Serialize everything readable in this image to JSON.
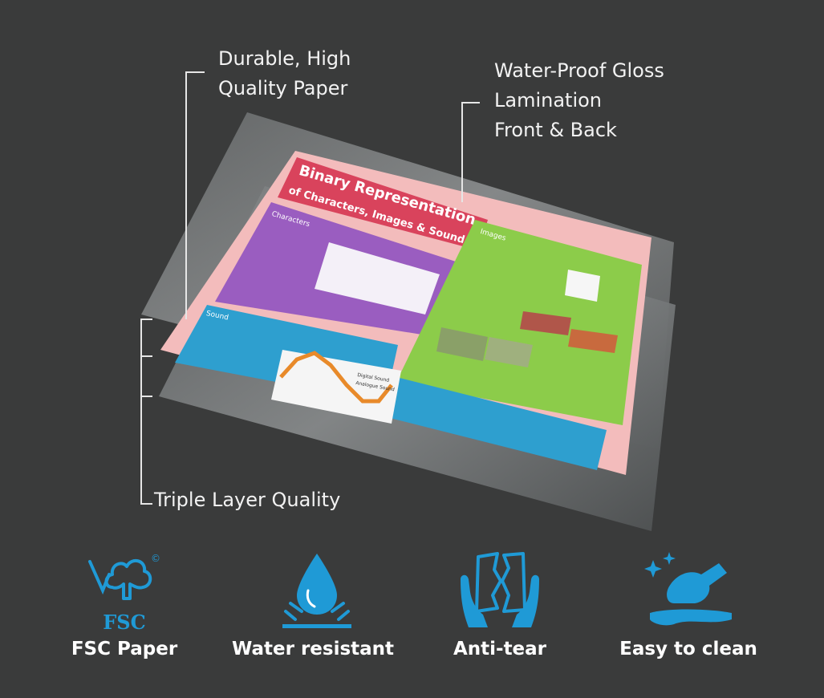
{
  "callouts": {
    "paper": [
      "Durable, High",
      "Quality Paper"
    ],
    "lamination": [
      "Water-Proof Gloss",
      "Lamination",
      "Front & Back"
    ],
    "triple": "Triple Layer Quality"
  },
  "poster": {
    "title_line1": "Binary Representation",
    "title_line2": "of Characters, Images & Sound",
    "section_characters": "Characters",
    "section_images": "Images",
    "section_sound": "Sound",
    "legend_digital": "Digital Sound",
    "legend_analogue": "Analogue Sound"
  },
  "features": [
    {
      "label": "FSC Paper",
      "icon": "fsc-tree-icon",
      "icon_text": "FSC",
      "mark": "©"
    },
    {
      "label": "Water resistant",
      "icon": "water-drop-icon"
    },
    {
      "label": "Anti-tear",
      "icon": "torn-paper-hands-icon"
    },
    {
      "label": "Easy to clean",
      "icon": "cleaning-hand-icon"
    }
  ],
  "colors": {
    "background": "#3a3b3b",
    "icon_blue": "#1f9ad6",
    "poster_pink": "#f2b8b8",
    "title_red": "#d9435c",
    "panel_purple": "#9b5fc0",
    "panel_green": "#8dcc4b",
    "panel_blue": "#2e9fcf"
  }
}
